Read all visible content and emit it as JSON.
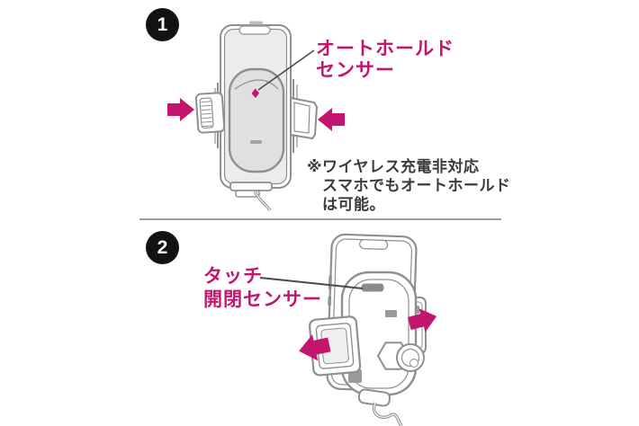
{
  "colors": {
    "accent": "#c4156e",
    "line": "#8f8f8f",
    "line_dark": "#4a4a4a",
    "screen_fill": "#ececec",
    "pad_fill": "#e0e0e0",
    "note_text": "#3b3b3b",
    "badge_bg": "#121212",
    "badge_text": "#ffffff",
    "divider": "#9e9e9e",
    "background": "#ffffff"
  },
  "steps": [
    {
      "number": "1",
      "callout": {
        "line1": "オートホールド",
        "line2": "センサー"
      },
      "note": {
        "line1": "※ワイヤレス充電非対応",
        "line2": "スマホでもオートホールド",
        "line3": "は可能。"
      },
      "illustration": "phone-holder-front-view-with-phone",
      "icons": {
        "sensor_marker": "auto-hold-sensor-marker",
        "arrow_left": "block-arrow-pointing-right",
        "arrow_right": "block-arrow-pointing-left"
      }
    },
    {
      "number": "2",
      "callout": {
        "line1": "タッチ",
        "line2": "開閉センサー"
      },
      "illustration": "phone-holder-rear-view-with-dial",
      "icons": {
        "arrow_left": "block-arrow-pointing-left",
        "arrow_right": "block-arrow-pointing-right"
      }
    }
  ]
}
